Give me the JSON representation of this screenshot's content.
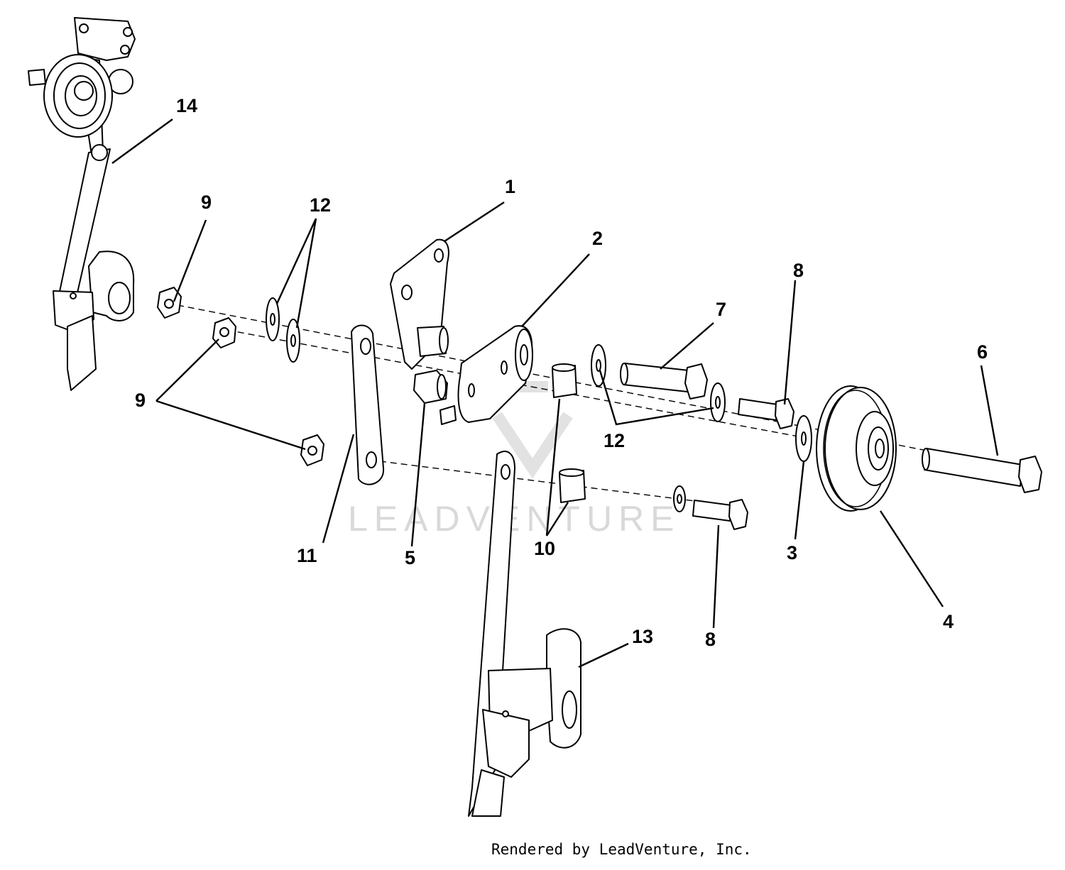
{
  "watermark": {
    "text": "LEADVENTURE"
  },
  "credit": {
    "text": "Rendered by LeadVenture, Inc."
  },
  "callouts": {
    "c1": "1",
    "c2": "2",
    "c3": "3",
    "c4": "4",
    "c5": "5",
    "c6": "6",
    "c7": "7",
    "c8a": "8",
    "c8b": "8",
    "c9a": "9",
    "c9b": "9",
    "c10": "10",
    "c11": "11",
    "c12a": "12",
    "c12b": "12",
    "c13": "13",
    "c14": "14"
  }
}
